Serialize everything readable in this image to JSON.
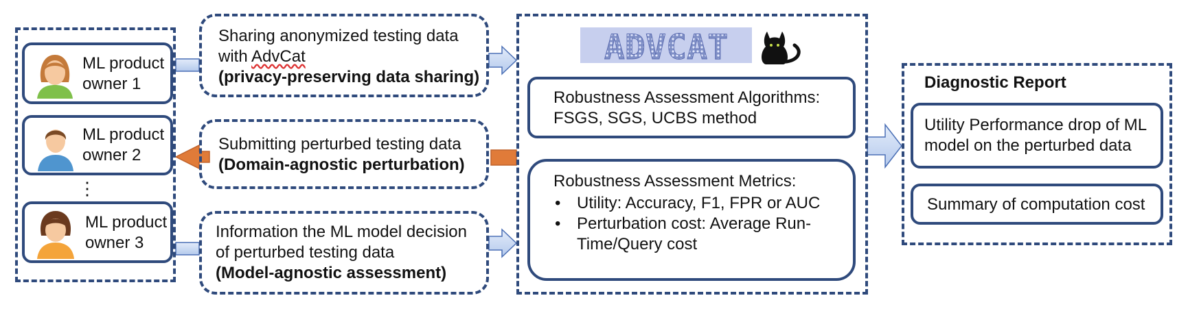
{
  "owners": [
    {
      "label_line1": "ML product",
      "label_line2": "owner 1",
      "icon": "woman-avatar-icon"
    },
    {
      "label_line1": "ML product",
      "label_line2": "owner 2",
      "icon": "man-avatar-icon"
    },
    {
      "label_line1": "ML product",
      "label_line2": "owner 3",
      "icon": "girl-avatar-icon"
    }
  ],
  "ellipsis": "⋮",
  "messages": {
    "sharing": {
      "line1": "Sharing anonymized testing data",
      "line2_prefix": "with ",
      "line2_word": "AdvCat",
      "line3": "(privacy-preserving data sharing)"
    },
    "submitting": {
      "line1": "Submitting perturbed testing data",
      "line2": "(Domain-agnostic perturbation)"
    },
    "information": {
      "line1": "Information the ML model decision",
      "line2": "of perturbed testing data",
      "line3": "(Model-agnostic assessment)"
    }
  },
  "advcat": {
    "logo_text": "ADVCAT",
    "algorithms": {
      "line1": "Robustness Assessment Algorithms:",
      "line2": "FSGS, SGS, UCBS method"
    },
    "metrics": {
      "title": "Robustness Assessment Metrics:",
      "bullets": [
        "Utility: Accuracy, F1, FPR or AUC",
        "Perturbation cost: Average Run-",
        "Time/Query cost"
      ]
    }
  },
  "report": {
    "title": "Diagnostic Report",
    "utility": {
      "line1": "Utility Performance drop of ML",
      "line2": "model on the perturbed data"
    },
    "summary": "Summary of computation cost"
  },
  "colors": {
    "border": "#2f4a7c",
    "arrow_fill": "#c9d9f2",
    "arrow_stroke": "#4a6fb5",
    "orange": "#e07b39"
  }
}
